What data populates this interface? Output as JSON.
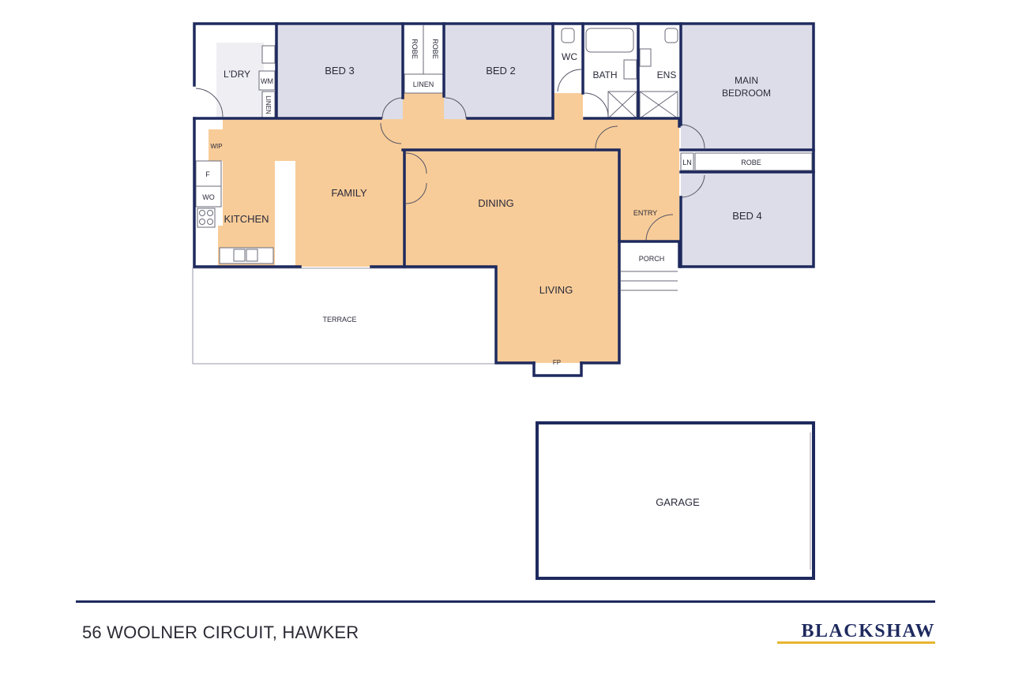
{
  "rooms": {
    "bed3": "BED 3",
    "robe_a": "ROBE",
    "robe_b": "ROBE",
    "linen_top": "LINEN",
    "bed2": "BED 2",
    "wc": "WC",
    "bath": "BATH",
    "ens": "ENS",
    "main_bedroom_1": "MAIN",
    "main_bedroom_2": "BEDROOM",
    "laundry": "L'DRY",
    "wm": "WM",
    "linen_side": "LINEN",
    "wip": "WIP",
    "fridge": "F",
    "wall_oven": "WO",
    "kitchen": "KITCHEN",
    "family": "FAMILY",
    "dining": "DINING",
    "entry": "ENTRY",
    "ln": "LN",
    "robe_main": "ROBE",
    "bed4": "BED 4",
    "porch": "PORCH",
    "terrace": "TERRACE",
    "living": "LIVING",
    "fireplace": "FP",
    "garage": "GARAGE"
  },
  "footer": {
    "address": "56 WOOLNER CIRCUIT, HAWKER",
    "brand": "BLACKSHAW"
  },
  "colors": {
    "wall": "#1e2a5e",
    "bedroom_fill": "#dddde9",
    "living_fill": "#f8cc98",
    "wet_fill": "#ececf2",
    "brand_accent": "#e8b530"
  }
}
